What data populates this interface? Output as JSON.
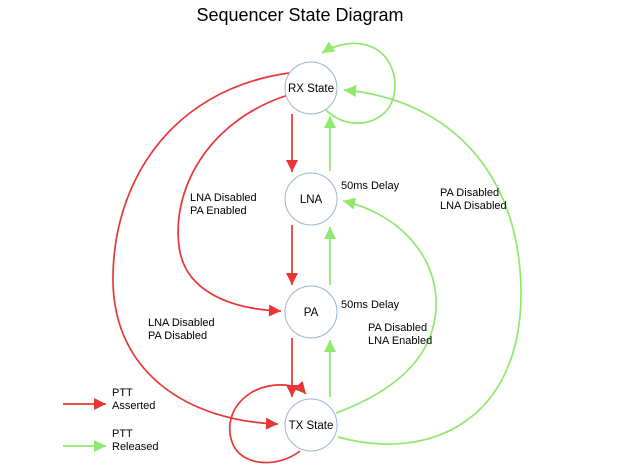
{
  "title": "Sequencer State Diagram",
  "colors": {
    "ptt_asserted": "#e83535",
    "ptt_released": "#90e86e",
    "node_border": "#9db3cf",
    "node_fill": "#ffffff",
    "text": "#000000"
  },
  "nodes": {
    "rx": "RX State",
    "lna": "LNA",
    "pa": "PA",
    "tx": "TX State"
  },
  "edge_labels": {
    "lna_delay": "50ms Delay",
    "pa_delay": "50ms Delay",
    "rx_to_pa": {
      "line1": "LNA Disabled",
      "line2": "PA Enabled"
    },
    "rx_to_tx": {
      "line1": "LNA Disabled",
      "line2": "PA Disabled"
    },
    "tx_to_rx": {
      "line1": "PA Disabled",
      "line2": "LNA Disabled"
    },
    "tx_to_lna": {
      "line1": "PA Disabled",
      "line2": "LNA Enabled"
    }
  },
  "edges": [
    {
      "from": "RX State",
      "to": "LNA",
      "type": "PTT Asserted"
    },
    {
      "from": "LNA",
      "to": "PA",
      "type": "PTT Asserted"
    },
    {
      "from": "PA",
      "to": "TX State",
      "type": "PTT Asserted"
    },
    {
      "from": "RX State",
      "to": "PA",
      "type": "PTT Asserted"
    },
    {
      "from": "RX State",
      "to": "TX State",
      "type": "PTT Asserted"
    },
    {
      "from": "TX State",
      "to": "TX State",
      "type": "PTT Asserted"
    },
    {
      "from": "TX State",
      "to": "PA",
      "type": "PTT Released"
    },
    {
      "from": "PA",
      "to": "LNA",
      "type": "PTT Released"
    },
    {
      "from": "LNA",
      "to": "RX State",
      "type": "PTT Released"
    },
    {
      "from": "TX State",
      "to": "LNA",
      "type": "PTT Released"
    },
    {
      "from": "TX State",
      "to": "RX State",
      "type": "PTT Released"
    },
    {
      "from": "RX State",
      "to": "RX State",
      "type": "PTT Released"
    }
  ],
  "legend": {
    "asserted": {
      "line1": "PTT",
      "line2": "Asserted"
    },
    "released": {
      "line1": "PTT",
      "line2": "Released"
    }
  }
}
